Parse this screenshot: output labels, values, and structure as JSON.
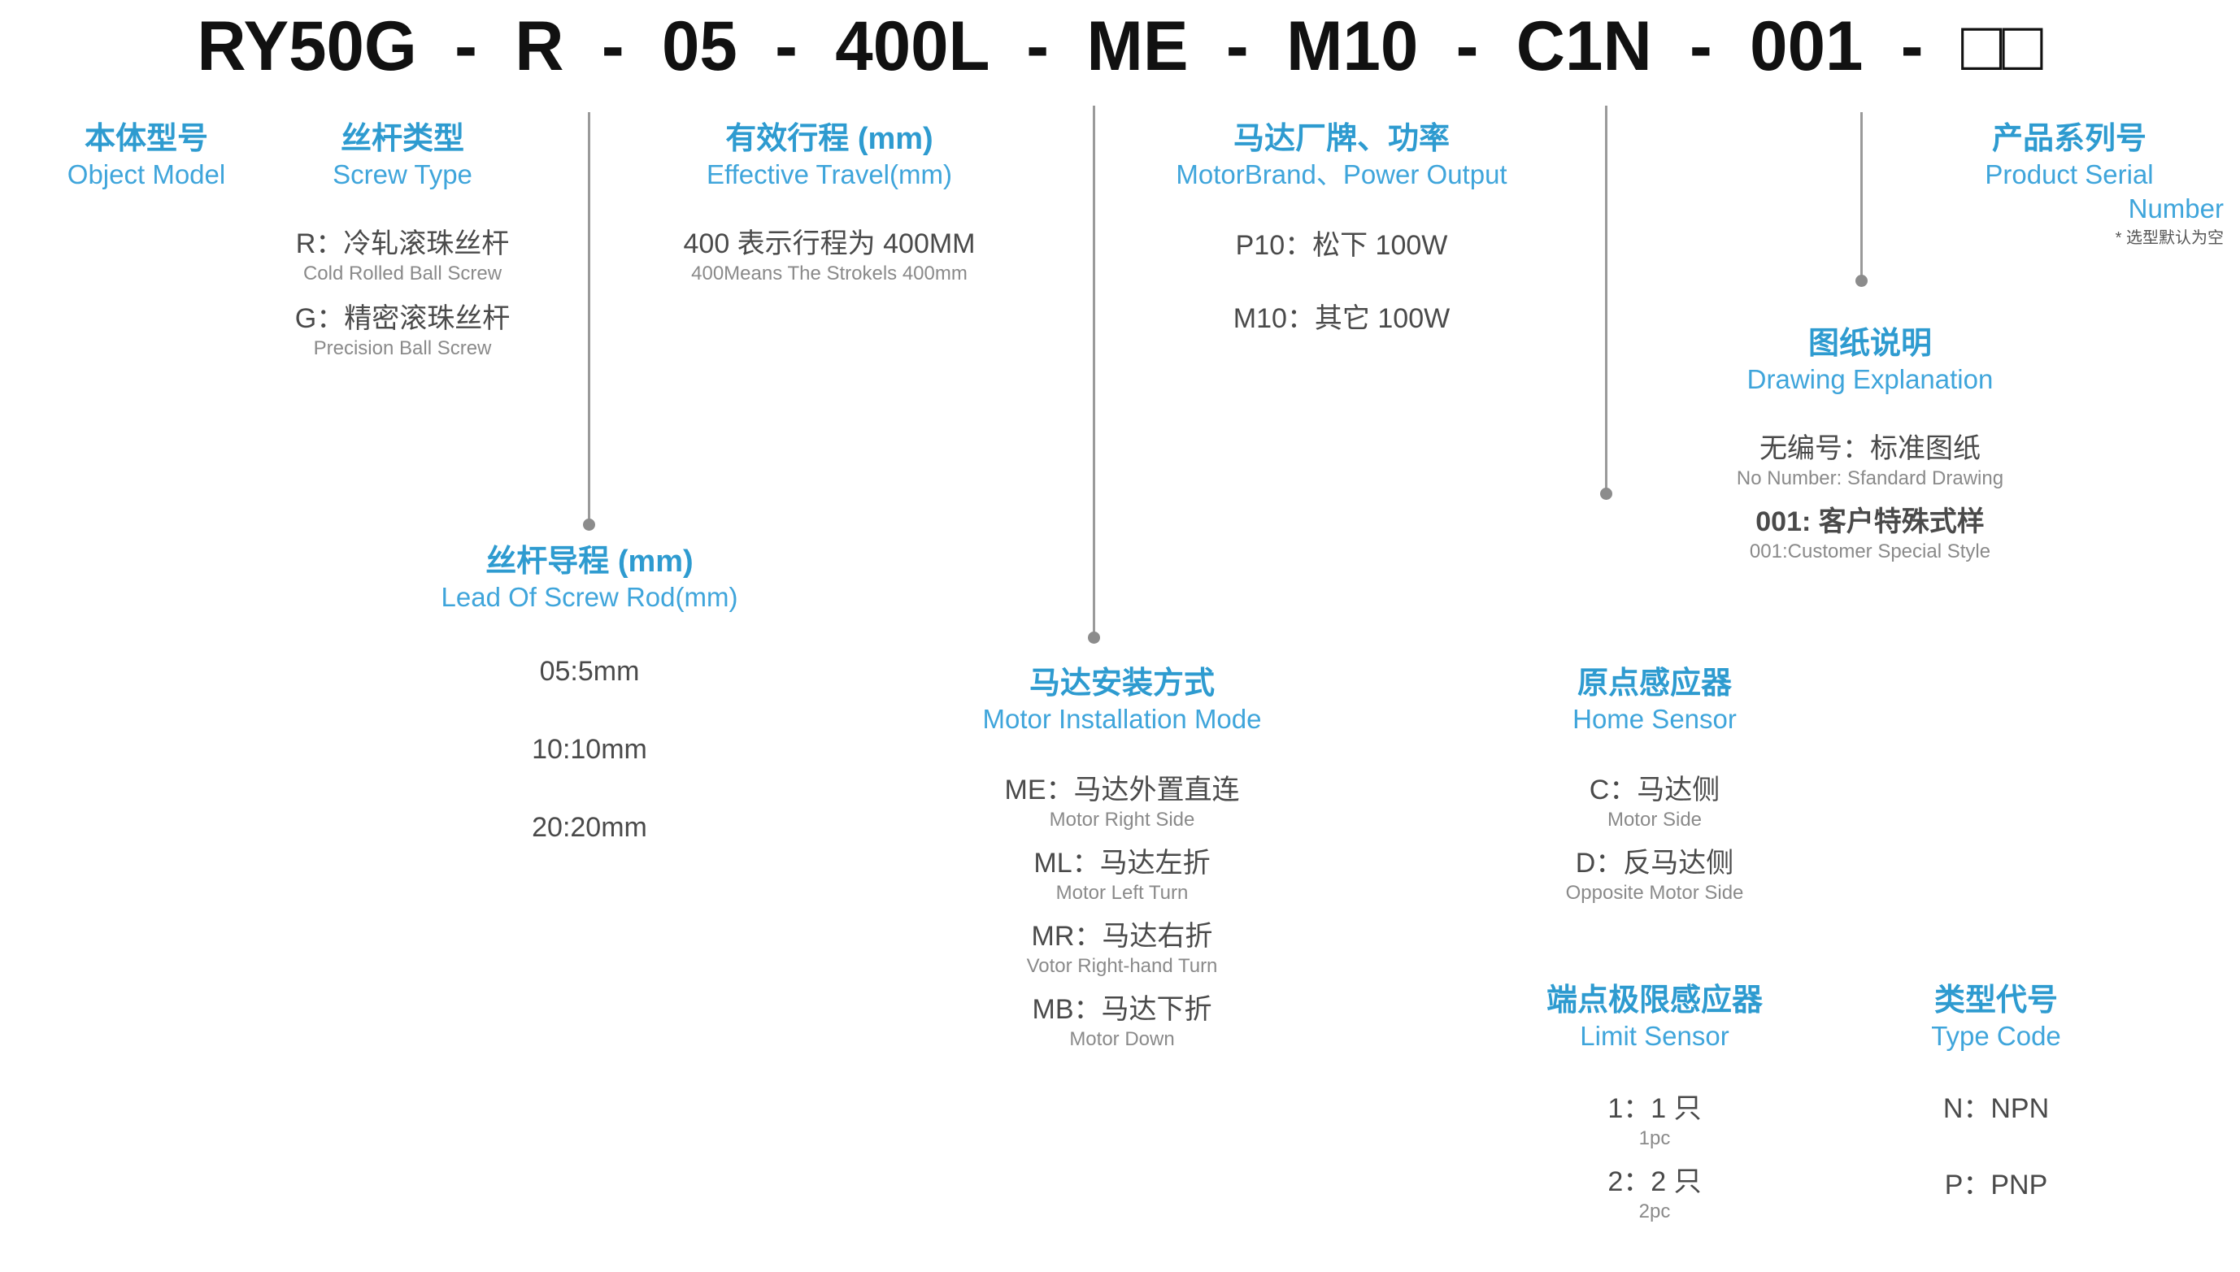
{
  "model_code": "RY50G  -  R  -  05  -  400L  -  ME  -  M10  -  C1N  -  001  -  □□",
  "accent_color": "#2E9BD0",
  "accent_color_light": "#3FA5DB",
  "sections": {
    "object_model": {
      "title_cn": "本体型号",
      "title_en": "Object Model"
    },
    "screw_type": {
      "title_cn": "丝杆类型",
      "title_en": "Screw Type",
      "options": [
        {
          "cn": "R：冷轧滚珠丝杆",
          "en": "Cold Rolled Ball Screw"
        },
        {
          "cn": "G：精密滚珠丝杆",
          "en": "Precision Ball Screw"
        }
      ]
    },
    "effective_travel": {
      "title_cn": "有效行程 (mm)",
      "title_en": "Effective Travel(mm)",
      "options": [
        {
          "cn": "400 表示行程为 400MM",
          "en": "400Means The Strokels 400mm"
        }
      ]
    },
    "motor_brand": {
      "title_cn": "马达厂牌、功率",
      "title_en": "MotorBrand、Power Output",
      "options": [
        {
          "cn": "P10：松下 100W",
          "en": ""
        },
        {
          "cn": "M10：其它 100W",
          "en": ""
        }
      ]
    },
    "product_serial": {
      "title_cn": "产品系列号",
      "title_en_line1": "Product Serial",
      "title_en_line2": "Number",
      "note": "* 选型默认为空"
    },
    "drawing_explanation": {
      "title_cn": "图纸说明",
      "title_en": "Drawing Explanation",
      "options": [
        {
          "cn": "无编号：标准图纸",
          "en": "No Number: Sfandard Drawing"
        },
        {
          "cn": "001: 客户特殊式样",
          "en": "001:Customer Special Style"
        }
      ]
    },
    "lead_of_screw": {
      "title_cn": "丝杆导程 (mm)",
      "title_en": "Lead Of Screw Rod(mm)",
      "options": [
        {
          "cn": "05:5mm",
          "en": ""
        },
        {
          "cn": "10:10mm",
          "en": ""
        },
        {
          "cn": "20:20mm",
          "en": ""
        }
      ]
    },
    "motor_installation": {
      "title_cn": "马达安装方式",
      "title_en": "Motor Installation Mode",
      "options": [
        {
          "cn": "ME：马达外置直连",
          "en": "Motor Right Side"
        },
        {
          "cn": "ML：马达左折",
          "en": "Motor Left Turn"
        },
        {
          "cn": "MR：马达右折",
          "en": "Votor Right-hand Turn"
        },
        {
          "cn": "MB：马达下折",
          "en": "Motor Down"
        }
      ]
    },
    "home_sensor": {
      "title_cn": "原点感应器",
      "title_en": "Home Sensor",
      "options": [
        {
          "cn": "C：马达侧",
          "en": "Motor Side"
        },
        {
          "cn": "D：反马达侧",
          "en": "Opposite Motor Side"
        }
      ]
    },
    "limit_sensor": {
      "title_cn": "端点极限感应器",
      "title_en": "Limit Sensor",
      "options": [
        {
          "cn": "1：1 只",
          "en": "1pc"
        },
        {
          "cn": "2：2 只",
          "en": "2pc"
        }
      ]
    },
    "type_code": {
      "title_cn": "类型代号",
      "title_en": "Type Code",
      "options": [
        {
          "cn": "N：NPN",
          "en": ""
        },
        {
          "cn": "P：PNP",
          "en": ""
        }
      ]
    }
  }
}
